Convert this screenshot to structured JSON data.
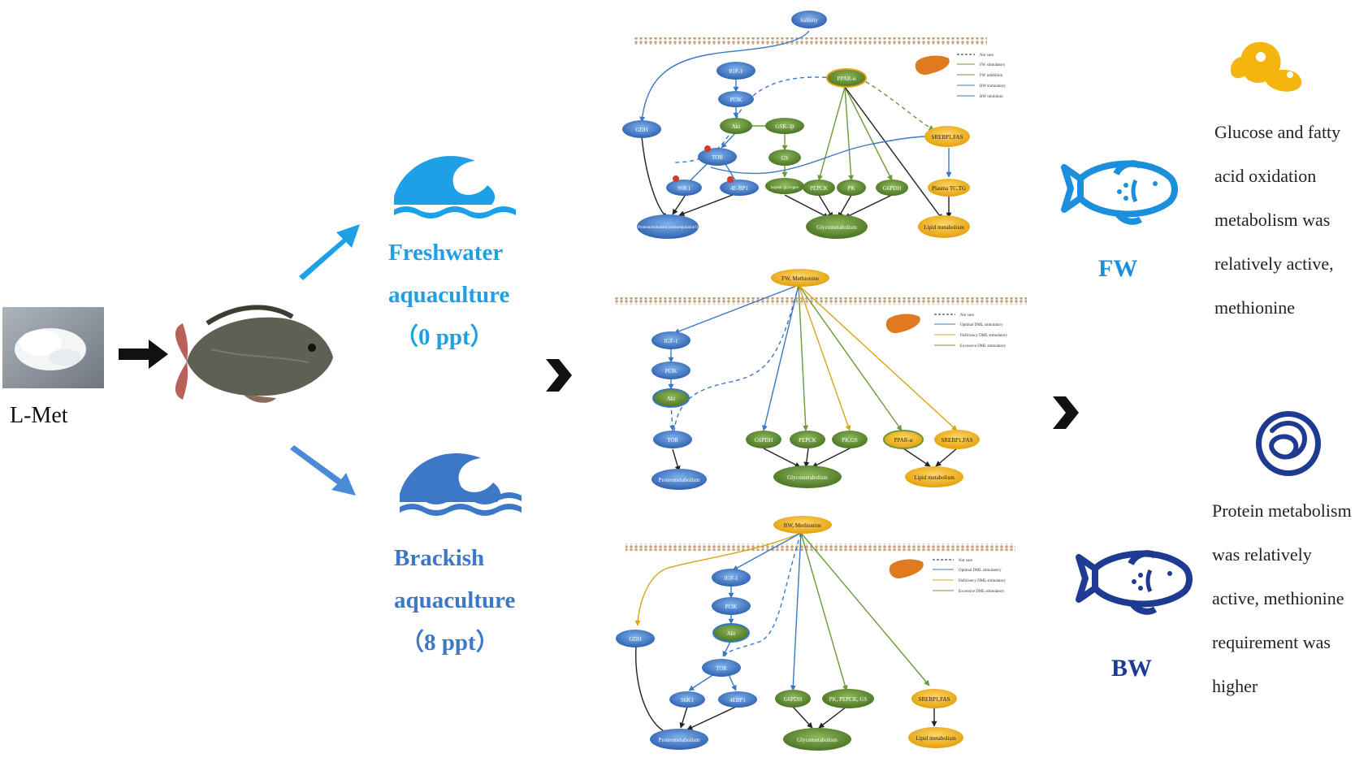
{
  "left": {
    "compound_label": "L-Met"
  },
  "conditions": {
    "fw_line1": "Freshwater",
    "fw_line2": "aquaculture",
    "fw_line3": "（0 ppt）",
    "bw_line1": "Brackish",
    "bw_line2": "aquaculture",
    "bw_line3": "（8 ppt）"
  },
  "panel1": {
    "top": "Salinity",
    "nodes": {
      "igf1": "IGF-1",
      "pi3k": "PI3K",
      "akt": "Akt",
      "gsk": "GSK-3β",
      "gs": "GS",
      "tor": "TOR",
      "s6k1": "S6K1",
      "ebp": "4E-BP1",
      "gdh": "GDH",
      "ppar": "PPAR-α",
      "srebp": "SREBP1,FAS",
      "hepatic": "hepatic glycogen",
      "pepck": "PEPCK",
      "pk": "PK",
      "g6pdh": "G6PDH",
      "plasma": "Plasma TC,TG",
      "protein": "Proteometabolism (osmoregulation?)",
      "glyco": "Glycometabolism",
      "lipid": "Lipid metabolism"
    },
    "legend": [
      "Not sure",
      "FW stimulatory",
      "FW inhibition",
      "BW stimulatory",
      "BW inhibition"
    ]
  },
  "panel2": {
    "top": "FW, Methionine",
    "nodes": {
      "igf1": "IGF-1",
      "pi3k": "PI3K",
      "akt": "Akt",
      "tor": "TOR",
      "g6pdh": "G6PDH",
      "pepck": "PEPCK",
      "pkgs": "PK,GS",
      "ppar": "PPAR-α",
      "srebp": "SREBP1,FAS",
      "protein": "Proteometabolism",
      "glyco": "Glycometabolism",
      "lipid": "Lipid metabolism"
    },
    "legend": [
      "Not sure",
      "Optimal DML stimulatory",
      "Deficiency DML stimulatory",
      "Excessive DML stimulatory"
    ]
  },
  "panel3": {
    "top": "BW, Methionine",
    "nodes": {
      "igf1": "IGF-1",
      "pi3k": "PI3K",
      "akt": "Akt",
      "gdh": "GDH",
      "tor": "TOR",
      "s6k1": "S6K1",
      "ebp": "4EBP1",
      "g6pdh": "G6PDH",
      "pkpepck": "PK, PEPCK, GS",
      "srebp": "SREBP1,FAS",
      "protein": "Proteometabolism",
      "glyco": "Glycometabolism",
      "lipid": "Lipid metabolism"
    },
    "legend": [
      "Not sure",
      "Optimal DML stimulatory",
      "Deficiency DML stimulatory",
      "Excessive DML stimulatory"
    ]
  },
  "outcomes": {
    "fw_tag": "FW",
    "bw_tag": "BW",
    "fw_lines": [
      "Glucose and fatty",
      "acid oxidation",
      "metabolism was",
      "relatively active,",
      "methionine"
    ],
    "bw_lines": [
      "Protein metabolism",
      "was relatively",
      "active, methionine",
      "requirement was",
      "higher"
    ]
  },
  "colors": {
    "blue_node": "#3f78c4",
    "green_node": "#5e8a2e",
    "yellow_node": "#f2b51c",
    "fw_text": "#1ea0e6",
    "bw_text": "#3d78c8",
    "dark_blue": "#1f3a93"
  }
}
